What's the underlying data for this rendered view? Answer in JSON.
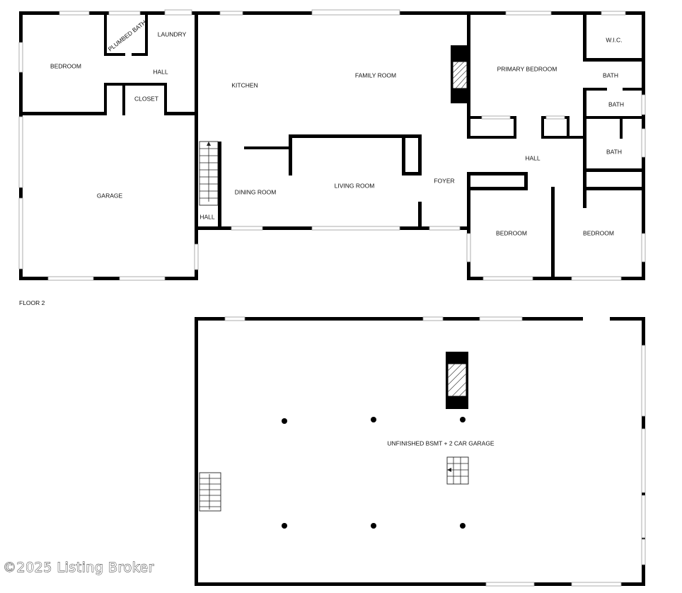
{
  "floor1": {
    "rooms": {
      "bedroom_nw": "BEDROOM",
      "plumbed_bath": "PLUMBED BATH",
      "laundry": "LAUNDRY",
      "hall_nw": "HALL",
      "closet": "CLOSET",
      "kitchen": "KITCHEN",
      "family_room": "FAMILY ROOM",
      "primary_bedroom": "PRIMARY BEDROOM",
      "wic": "W.I.C.",
      "bath_1": "BATH",
      "bath_2": "BATH",
      "bath_3": "BATH",
      "garage": "GARAGE",
      "dining_room": "DINING ROOM",
      "living_room": "LIVING ROOM",
      "foyer": "FOYER",
      "hall_east": "HALL",
      "hall_stair": "HALL",
      "bedroom_se1": "BEDROOM",
      "bedroom_se2": "BEDROOM"
    }
  },
  "floor2": {
    "label": "FLOOR 2",
    "rooms": {
      "basement": "UNFINISHED BSMT + 2 CAR GARAGE"
    }
  },
  "watermark": "©2025 Listing Broker"
}
